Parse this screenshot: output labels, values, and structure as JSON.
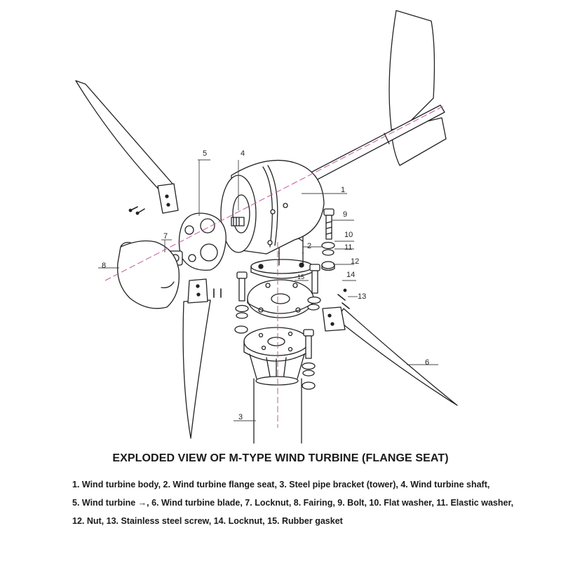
{
  "diagram": {
    "title": "EXPLODED VIEW OF M-TYPE WIND TURBINE (FLANGE SEAT)",
    "callouts": {
      "c1": "1",
      "c2": "2",
      "c3": "3",
      "c4": "4",
      "c5": "5",
      "c6": "6",
      "c7": "7",
      "c8": "8",
      "c9": "9",
      "c10": "10",
      "c11": "11",
      "c12": "12",
      "c13": "13",
      "c14": "14",
      "c15": "15"
    },
    "legend_lines": [
      "1. Wind turbine body, 2. Wind turbine flange seat, 3. Steel pipe bracket (tower), 4. Wind turbine shaft,",
      "5. Wind turbine →, 6. Wind turbine blade, 7. Locknut, 8. Fairing, 9. Bolt, 10. Flat washer, 11. Elastic washer,",
      "12. Nut, 13. Stainless steel screw, 14. Locknut, 15. Rubber gasket"
    ]
  }
}
